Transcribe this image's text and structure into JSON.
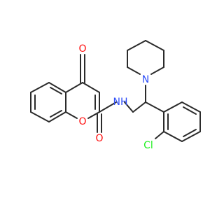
{
  "colors": {
    "bond": "#2b2b2b",
    "oxygen": "#ff0d0d",
    "nitrogen": "#3050f8",
    "chlorine": "#1ff01f",
    "background": "#ffffff"
  },
  "atoms": {
    "carbonyl_o_ring": "O",
    "ring_o": "O",
    "amide_o": "O",
    "amide_nh": "NH",
    "piperidine_n": "N",
    "chlorine": "Cl"
  }
}
